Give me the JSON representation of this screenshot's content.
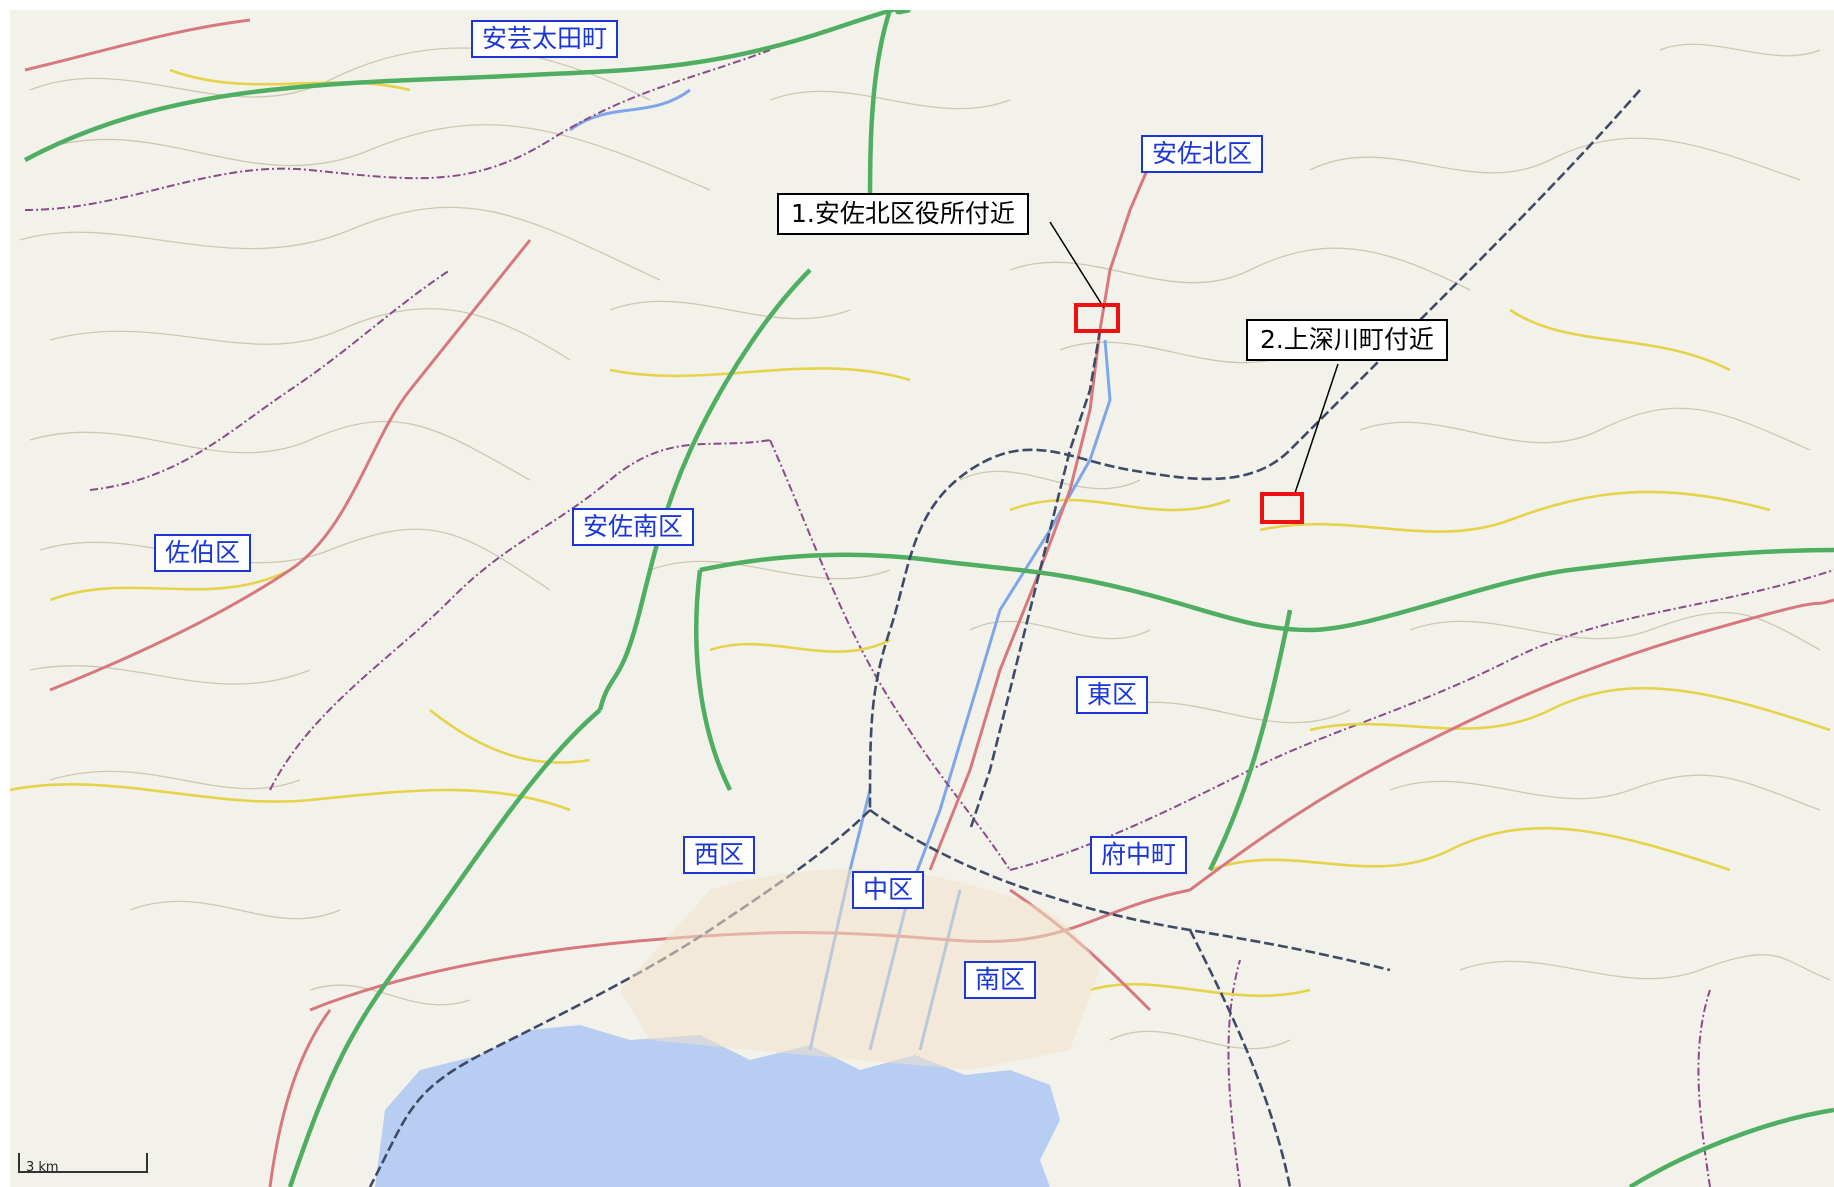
{
  "map": {
    "districts": [
      {
        "id": "akiota",
        "label": "安芸太田町"
      },
      {
        "id": "asakita",
        "label": "安佐北区"
      },
      {
        "id": "saeki",
        "label": "佐伯区"
      },
      {
        "id": "asaminami",
        "label": "安佐南区"
      },
      {
        "id": "higashi",
        "label": "東区"
      },
      {
        "id": "nishi",
        "label": "西区"
      },
      {
        "id": "naka",
        "label": "中区"
      },
      {
        "id": "fuchu",
        "label": "府中町"
      },
      {
        "id": "minami",
        "label": "南区"
      }
    ],
    "callouts": [
      {
        "id": "c1",
        "label": "1.安佐北区役所付近"
      },
      {
        "id": "c2",
        "label": "2.上深川町付近"
      }
    ],
    "scale": {
      "label": "3 km"
    },
    "colors": {
      "land": "#f3f2ea",
      "sea": "#b7cdf1",
      "district_label": "#1a37d6",
      "marker": "#ee1111",
      "contour": "#c9c3ad",
      "boundary": "#8a4b88",
      "local_road": "#e6d34a",
      "national_road": "#d6787e",
      "expressway": "#4fae62",
      "railway": "#3e4a66"
    }
  }
}
